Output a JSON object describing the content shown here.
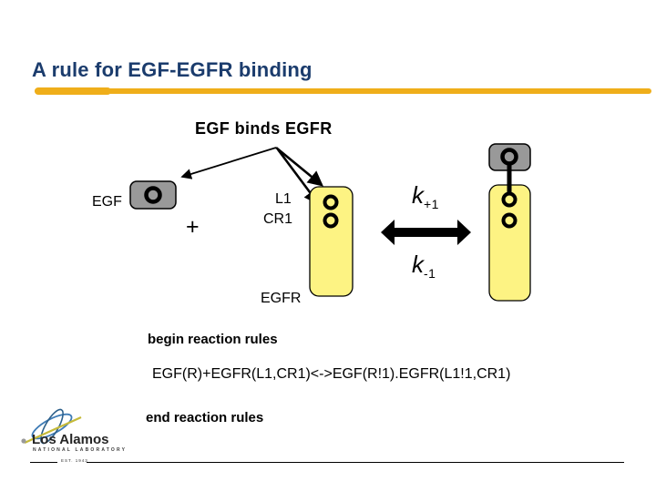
{
  "slide": {
    "title": "A rule for EGF-EGFR binding",
    "diagram": {
      "heading": "EGF binds EGFR",
      "egf_label": "EGF",
      "plus_sign": "+",
      "binding_site_1": "L1",
      "binding_site_2": "CR1",
      "egfr_label": "EGFR",
      "rate_forward": {
        "base": "k",
        "sub": "+1"
      },
      "rate_reverse": {
        "base": "k",
        "sub": "-1"
      }
    },
    "bngl": {
      "begin_line": "begin reaction rules",
      "rule_line": "EGF(R)+EGFR(L1,CR1)<->EGF(R!1).EGFR(L1!1,CR1)",
      "end_line": "end reaction rules"
    },
    "logo": {
      "name": "Los Alamos",
      "subtitle": "NATIONAL LABORATORY",
      "established": "EST. 1943"
    },
    "colors": {
      "title_navy": "#1b3c6d",
      "accent_gold": "#efae1a",
      "molecule_yellow": "#fdf383",
      "molecule_gray": "#999999",
      "ink": "#000000"
    }
  }
}
